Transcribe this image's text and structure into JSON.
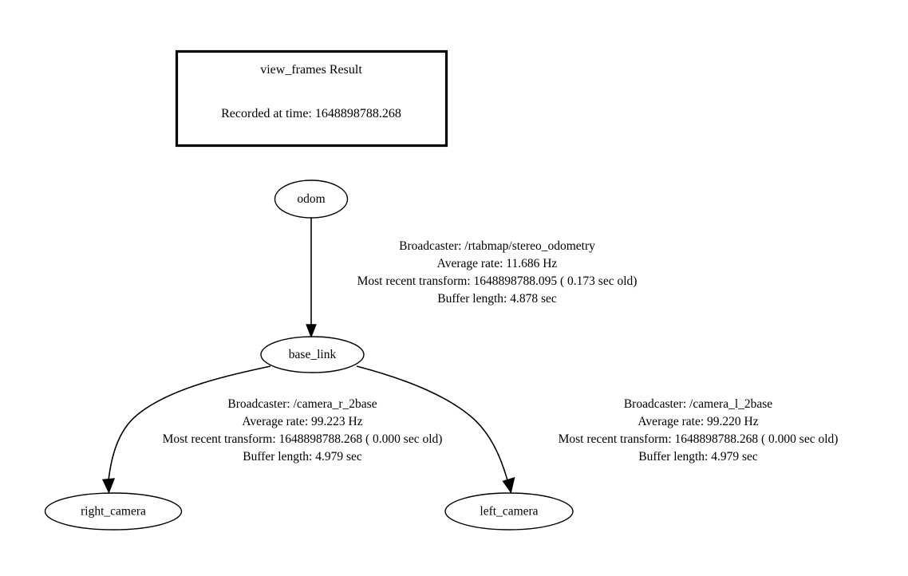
{
  "header": {
    "title": "view_frames Result",
    "recorded_at": "Recorded at time: 1648898788.268"
  },
  "nodes": [
    {
      "id": "odom",
      "label": "odom"
    },
    {
      "id": "base_link",
      "label": "base_link"
    },
    {
      "id": "right_camera",
      "label": "right_camera"
    },
    {
      "id": "left_camera",
      "label": "left_camera"
    }
  ],
  "edges": [
    {
      "id": "odom-to-base_link",
      "from": "odom",
      "to": "base_link",
      "label": {
        "broadcaster": "Broadcaster: /rtabmap/stereo_odometry",
        "average_rate": "Average rate: 11.686 Hz",
        "most_recent_transform": "Most recent transform: 1648898788.095 ( 0.173 sec old)",
        "buffer_length": "Buffer length: 4.878 sec"
      }
    },
    {
      "id": "base_link-to-right_camera",
      "from": "base_link",
      "to": "right_camera",
      "label": {
        "broadcaster": "Broadcaster: /camera_r_2base",
        "average_rate": "Average rate: 99.223 Hz",
        "most_recent_transform": "Most recent transform: 1648898788.268 ( 0.000 sec old)",
        "buffer_length": "Buffer length: 4.979 sec"
      }
    },
    {
      "id": "base_link-to-left_camera",
      "from": "base_link",
      "to": "left_camera",
      "label": {
        "broadcaster": "Broadcaster: /camera_l_2base",
        "average_rate": "Average rate: 99.220 Hz",
        "most_recent_transform": "Most recent transform: 1648898788.268 ( 0.000 sec old)",
        "buffer_length": "Buffer length: 4.979 sec"
      }
    }
  ],
  "colors": {
    "background": "#ffffff",
    "stroke": "#000000",
    "text": "#000000"
  }
}
